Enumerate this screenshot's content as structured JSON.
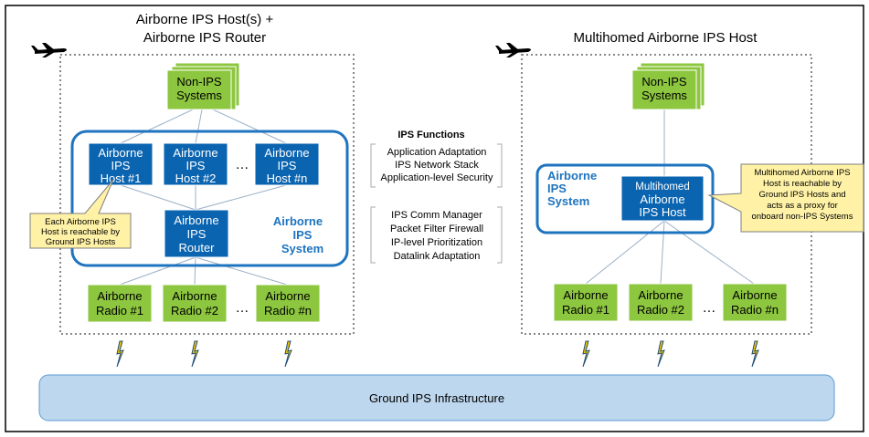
{
  "left": {
    "title_line1": "Airborne IPS Host(s) +",
    "title_line2": "Airborne IPS Router",
    "non_ips": [
      "Non-IPS",
      "Systems"
    ],
    "hosts": [
      [
        "Airborne",
        "IPS",
        "Host #1"
      ],
      [
        "Airborne",
        "IPS",
        "Host #2"
      ],
      [
        "Airborne",
        "IPS",
        "Host #n"
      ]
    ],
    "router": [
      "Airborne",
      "IPS",
      "Router"
    ],
    "system_label": [
      "Airborne",
      "IPS",
      "System"
    ],
    "callout": [
      "Each Airborne IPS",
      "Host is reachable by",
      "Ground IPS Hosts"
    ],
    "radios": [
      [
        "Airborne",
        "Radio #1"
      ],
      [
        "Airborne",
        "Radio #2"
      ],
      [
        "Airborne",
        "Radio #n"
      ]
    ],
    "ellipsis_hosts": "…",
    "ellipsis_radios": "…"
  },
  "right": {
    "title": "Multihomed Airborne IPS Host",
    "non_ips": [
      "Non-IPS",
      "Systems"
    ],
    "system_label": [
      "Airborne",
      "IPS",
      "System"
    ],
    "host": [
      "Multihomed",
      "Airborne",
      "IPS Host"
    ],
    "callout": [
      "Multihomed Airborne IPS",
      "Host is reachable by",
      "Ground IPS Hosts and",
      "acts as a proxy for",
      "onboard non-IPS Systems"
    ],
    "radios": [
      [
        "Airborne",
        "Radio #1"
      ],
      [
        "Airborne",
        "Radio #2"
      ],
      [
        "Airborne",
        "Radio #n"
      ]
    ],
    "ellipsis_radios": "…"
  },
  "functions": {
    "heading": "IPS Functions",
    "group1": [
      "Application Adaptation",
      "IPS Network Stack",
      "Application-level Security"
    ],
    "group2": [
      "IPS Comm Manager",
      "Packet Filter Firewall",
      "IP-level Prioritization",
      "Datalink Adaptation"
    ]
  },
  "ground": "Ground IPS Infrastructure",
  "colors": {
    "green": "#8dc63f",
    "blue": "#0b64b0",
    "system_border": "#1e74bf",
    "callout": "#fff2a6",
    "ground": "#bdd7ee",
    "lightning": "#1f4e79"
  },
  "icons": {
    "airplane": "airplane-icon",
    "link": "lightning-link-icon"
  }
}
